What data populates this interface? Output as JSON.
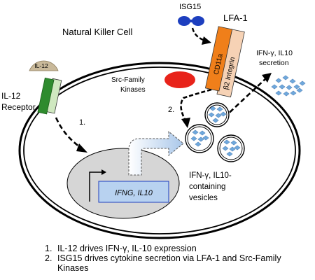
{
  "diagram": {
    "cell_label": "Natural Killer Cell",
    "isg15_label": "ISG15",
    "lfa1_label": "LFA-1",
    "cd11a_label": "CD11a",
    "b2_integrin_label": "β2 Integrin",
    "il12_label": "IL-12",
    "il12_receptor_label_line1": "IL-12",
    "il12_receptor_label_line2": "Receptor",
    "src_kinases_line1": "Src-Family",
    "src_kinases_line2": "Kinases",
    "step1_label": "1.",
    "step2_label": "2.",
    "secretion_line1": "IFN-γ, IL10",
    "secretion_line2": "secretion",
    "vesicles_line1": "IFN-γ, IL10-",
    "vesicles_line2": "containing",
    "vesicles_line3": "vesicles",
    "genes_label": "IFNG, IL10"
  },
  "caption": [
    {
      "num": "1.",
      "text": "IL-12 drives IFN-γ, IL-10 expression"
    },
    {
      "num": "2.",
      "text": "ISG15 drives cytokine secretion via LFA-1 and Src-Family Kinases"
    }
  ],
  "colors": {
    "il12_ligand": "#c9b99a",
    "il12_receptor_dark": "#2e8b2e",
    "il12_receptor_light": "#cfe8c0",
    "lfa1_cd11a": "#f07f1a",
    "lfa1_b2": "#f6d2b5",
    "isg15": "#1d3fbf",
    "src_kinase": "#e8231a",
    "nucleus": "#d6d6d6",
    "gene_box": "#b8d2f0",
    "cytokine_diamond": "#6fa8dc"
  }
}
